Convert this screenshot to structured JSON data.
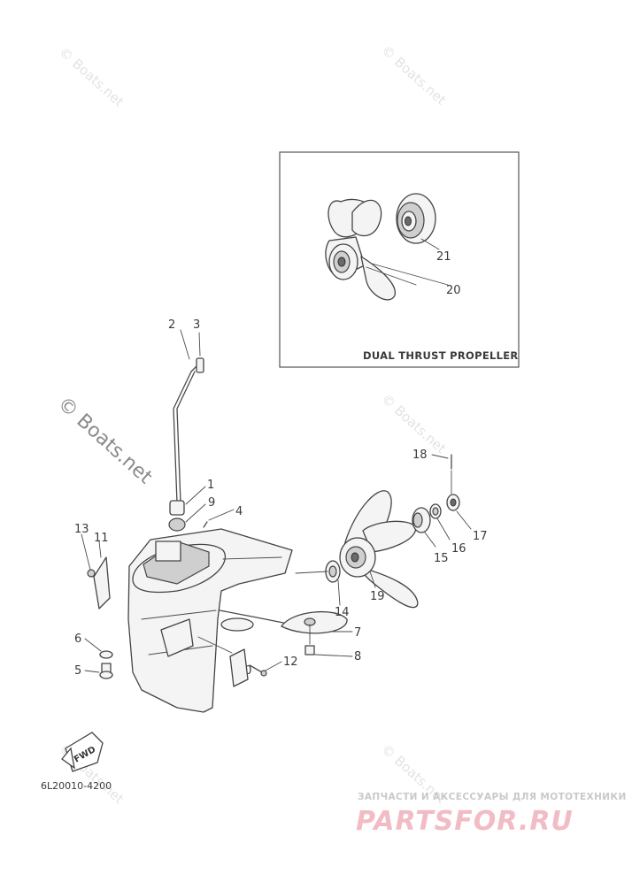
{
  "watermark": "© Boats.net",
  "inset": {
    "title": "DUAL THRUST PROPELLER"
  },
  "callouts": [
    "1",
    "2",
    "3",
    "4",
    "5",
    "6",
    "7",
    "8",
    "9",
    "10",
    "11",
    "12",
    "13",
    "14",
    "15",
    "16",
    "17",
    "18",
    "19",
    "20",
    "21"
  ],
  "fwd_label": "FWD",
  "diagram_code": "6L20010-4200",
  "brand": {
    "tagline": "ЗАПЧАСТИ И АКСЕССУАРЫ ДЛЯ МОТОТЕХНИКИ",
    "name": "PARTSFOR.RU"
  },
  "colors": {
    "line": "#4a4a4a",
    "watermark": "#e3e3e3",
    "brand": "#f2bcc4"
  }
}
